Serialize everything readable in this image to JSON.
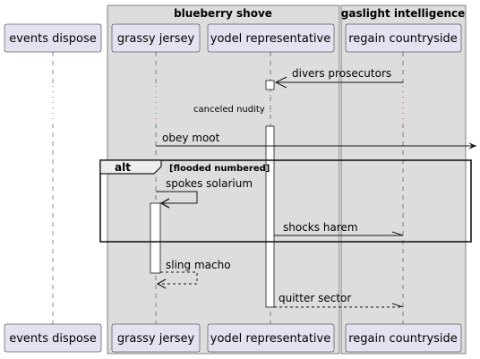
{
  "boxes": [
    {
      "title": "blueberry shove",
      "color": "#dddddd"
    },
    {
      "title": "gaslight intelligence",
      "color": "#dddddd"
    }
  ],
  "participants": [
    {
      "name": "events dispose"
    },
    {
      "name": "grassy jersey"
    },
    {
      "name": "yodel representative"
    },
    {
      "name": "regain countryside"
    }
  ],
  "messages": [
    {
      "label": "divers prosecutors"
    },
    {
      "label": "canceled nudity"
    },
    {
      "label": "obey moot"
    },
    {
      "label": "spokes solarium"
    },
    {
      "label": "shocks harem"
    },
    {
      "label": "sling macho"
    },
    {
      "label": "quitter sector"
    }
  ],
  "alt": {
    "keyword": "alt",
    "condition": "[flooded numbered]"
  },
  "colors": {
    "participant_fill": "#e2e2f0",
    "participant_stroke": "#181818",
    "box_fill": "#dddddd",
    "line": "#181818"
  }
}
